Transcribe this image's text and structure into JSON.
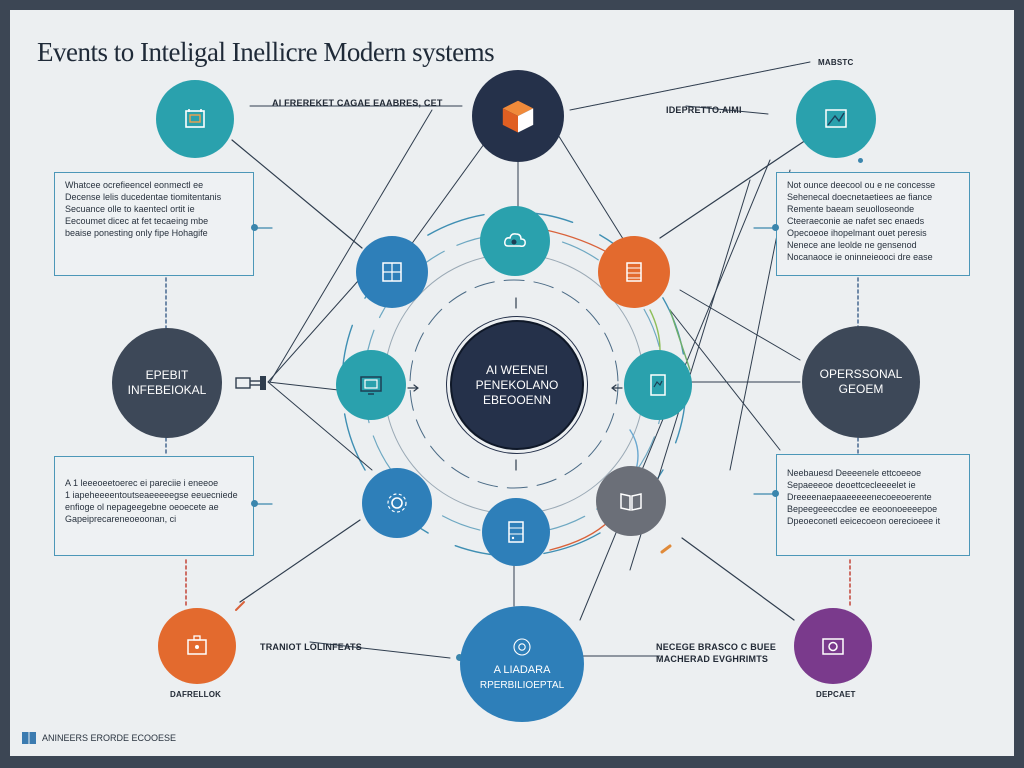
{
  "title": "Events to Inteligal Inellicre Modern systems",
  "labels": {
    "top_left": "AI FREREKET CAGAE EAABRES, CET",
    "top_right_small": "MABSTC",
    "top_right": "IDEPRETTO.AIMI",
    "mid_right_bottom_a": "NECEGE BRASCO C BUEE",
    "mid_right_bottom_b": "MACHERAD EVGHRIMTS",
    "bottom_left": "TRANIOT LOLINFEATS",
    "bottom_left_small": "DAFRELLOK",
    "bottom_right_small": "DEPCAET"
  },
  "boxes": {
    "left_top": [
      "Whatcee ocrefieencel eonmectl ee",
      "Decense lelis ducedentae tiomitentanis",
      "Secuance olle to kaentecl ortit ie",
      "Eecoumet dicec at fet tecaeing mbe",
      "beaise ponesting only fipe Hohagife"
    ],
    "right_top": [
      "Not ounce deecool ou e ne concesse",
      "Sehenecal doecnetaetiees ae fiance",
      "Remente baeam seuolloseonde",
      "Cteeraeconie ae nafet sec enaeds",
      "Opecoeoe ihopelmant ouet peresis",
      "Nenece ane leolde ne gensenod",
      "Nocanaoce ie oninneieooci dre ease"
    ],
    "left_bottom": [
      "A 1 leeeoeetoerec ei pareciie i eneeoe",
      "1 iapeheeeentoutseaeeeeegse eeuecniede",
      "enfioge ol nepageegebne oeoecete ae",
      "Gapeiprecareneoeoonan, ci"
    ],
    "right_bottom": [
      "Neebauesd Deeeenele ettcoeeoe",
      "Sepaeeeoe deoettcecleeeelet ie",
      "Dreeeenaepaaeeeeenecoeeoerente",
      "Bepeegeeeccdee ee eeoonoeeeepoe",
      "Dpeoeconetl eeicecoeon oerecioeee it"
    ]
  },
  "nodes": {
    "center": {
      "line1": "AI WEENEI",
      "line2": "PENEKOLANO",
      "line3": "EBEOOENN"
    },
    "left_dark": {
      "line1": "EPEBIT",
      "line2": "INFEBEIOKAL"
    },
    "right_dark": {
      "line1": "OPERSSONAL",
      "line2": "GEOEM"
    },
    "bottom_center": {
      "line1": "A LIADARA",
      "line2": "RPERBILIOEPTAL"
    }
  },
  "footer": {
    "text": "ANINEERS ERORDE ECOOESE"
  },
  "colors": {
    "dark_navy": "#28344a",
    "teal": "#2a9fad",
    "blue": "#2e7fb9",
    "orange": "#e36a2e",
    "gray_node": "#6b6f78",
    "purple": "#7a3a8c",
    "slate": "#3f4a5a",
    "box_border": "#4c97b8"
  }
}
